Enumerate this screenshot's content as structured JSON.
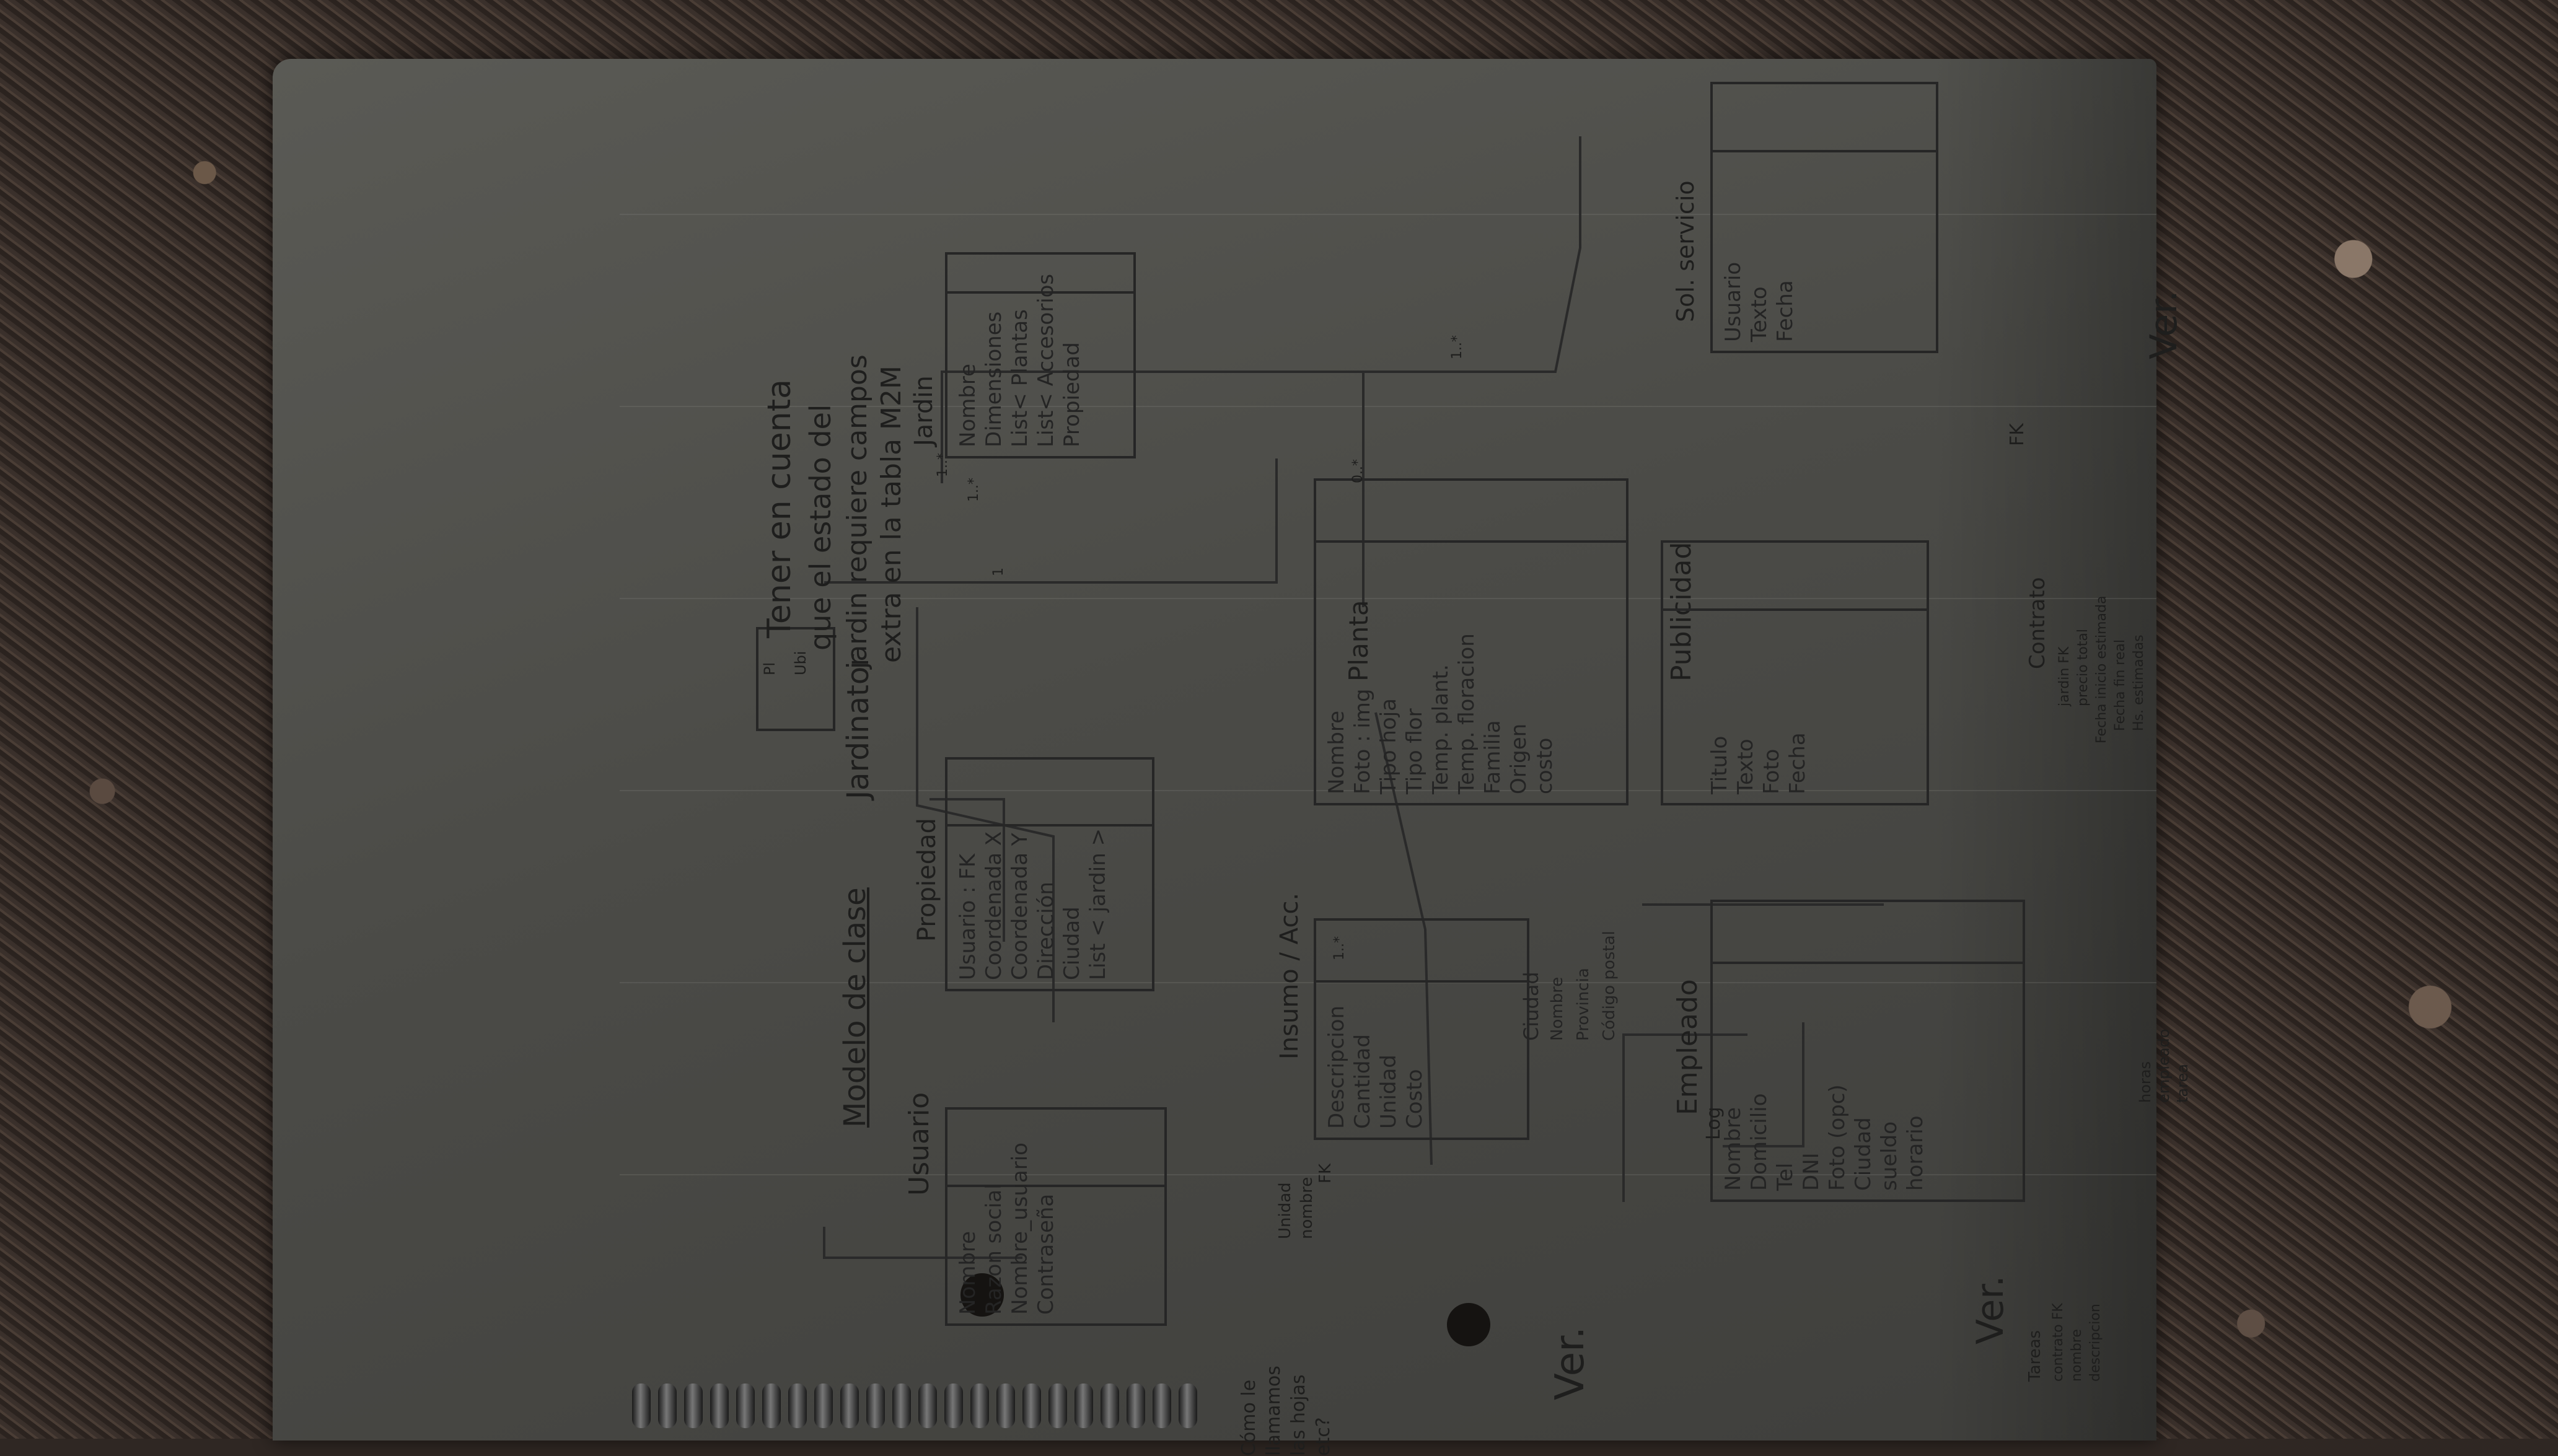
{
  "title": "Modelo de clase",
  "subtitle": "Jardinator",
  "classes": {
    "usuario": {
      "name": "Usuario",
      "fields": [
        "Nombre",
        "Razon social",
        "Nombre_usuario",
        "Contraseña"
      ]
    },
    "propiedad": {
      "name": "Propiedad",
      "fields": [
        "Usuario : FK",
        "Coordenada X",
        "Coordenada Y",
        "Dirección",
        "Ciudad",
        "List < jardin >"
      ]
    },
    "jardin": {
      "name": "Jardin",
      "fields": [
        "Nombre",
        "Dimensiones",
        "List< Plantas",
        "List< Accesorios",
        "Propiedad"
      ]
    },
    "planta": {
      "name": "Planta",
      "fields": [
        "Nombre",
        "Foto : img",
        "Tipo hoja",
        "Tipo flor",
        "Temp. plant.",
        "Temp. floracion",
        "Familia",
        "Origen",
        "costo"
      ]
    },
    "insumo": {
      "name": "Insumo / Acc.",
      "fields": [
        "Descripcion",
        "Cantidad",
        "Unidad",
        "Costo"
      ]
    },
    "publicidad": {
      "name": "Publicidad",
      "fields": [
        "Titulo",
        "Texto",
        "Foto",
        "Fecha"
      ]
    },
    "sol_servicio": {
      "name": "Sol. servicio",
      "fields": [
        "Usuario",
        "Texto",
        "Fecha"
      ]
    },
    "empleado": {
      "name": "Empleado",
      "fields": [
        "Nombre",
        "Domicilio",
        "Tel",
        "DNI",
        "Foto (opc)",
        "Ciudad",
        "sueldo",
        "horario"
      ]
    }
  },
  "multiplicities": [
    "1..*",
    "1..*",
    "1",
    "0..*",
    "1..*",
    "1..*"
  ],
  "fk_label": "FK",
  "fk_label_2": "FK",
  "unidad_note": [
    "Unidad",
    "nombre"
  ],
  "ciudad_note": [
    "Ciudad",
    "Nombre",
    "Provincia",
    "Código postal"
  ],
  "contrato_note": [
    "Contrato",
    "jardin FK",
    "precio total",
    "Fecha inicio estimada",
    "Fecha fin real",
    "Hs. estimadas"
  ],
  "tareas_note": [
    "Tareas",
    "contrato FK",
    "nombre",
    "descripcion"
  ],
  "horas_note": [
    "horas",
    "empleado",
    "tarea"
  ],
  "log_label": "Log",
  "top_note": [
    "Tener en cuenta",
    "que el estado del",
    "jardin requiere campos",
    "extra en la tabla M2M"
  ],
  "ver_labels": [
    "Ver.",
    "Ver.",
    "Ver."
  ],
  "question_note": [
    "Cómo le",
    "llamamos",
    "las hojas",
    "etc?"
  ],
  "sketch_labels": [
    "Pl",
    "Ubi"
  ],
  "colors": {
    "paper": "#4b4b47",
    "ink": "#242424",
    "countertop": "#2f2723"
  }
}
